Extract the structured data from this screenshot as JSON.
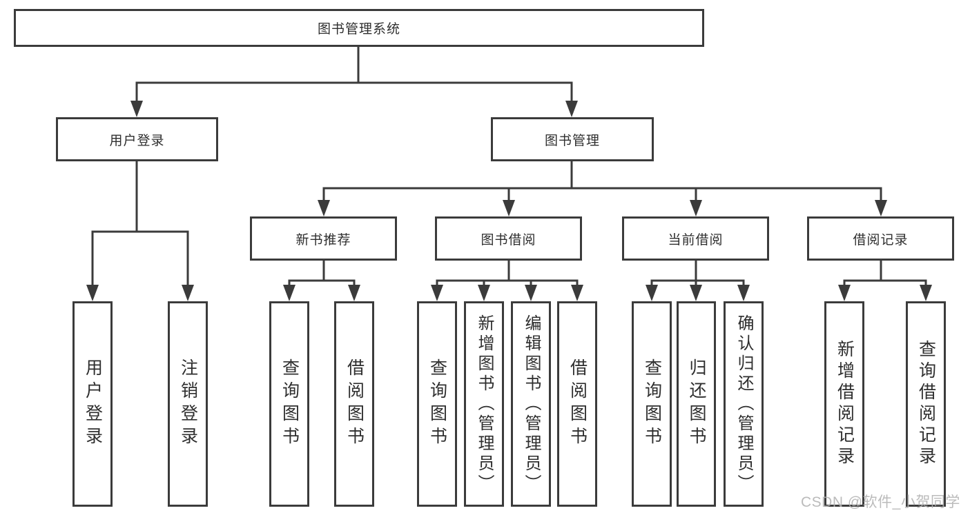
{
  "colors": {
    "line": "#3b3b3b",
    "box_border": "#3b3b3b",
    "text": "#2e2e2e",
    "watermark": "#b2b2b2",
    "background": "#ffffff"
  },
  "watermark": {
    "text": "CSDN @软件_小贺同学"
  },
  "tree": {
    "root": {
      "label": "图书管理系统"
    },
    "branches": [
      {
        "label": "用户登录",
        "children": [
          {
            "label": "用户登录"
          },
          {
            "label": "注销登录"
          }
        ]
      },
      {
        "label": "图书管理",
        "children": [
          {
            "label": "新书推荐",
            "children": [
              {
                "label": "查询图书"
              },
              {
                "label": "借阅图书"
              }
            ]
          },
          {
            "label": "图书借阅",
            "children": [
              {
                "label": "查询图书"
              },
              {
                "label": "新增图书（管理员）"
              },
              {
                "label": "编辑图书（管理员）"
              },
              {
                "label": "借阅图书"
              }
            ]
          },
          {
            "label": "当前借阅",
            "children": [
              {
                "label": "查询图书"
              },
              {
                "label": "归还图书"
              },
              {
                "label": "确认归还（管理员）"
              }
            ]
          },
          {
            "label": "借阅记录",
            "children": [
              {
                "label": "新增借阅记录"
              },
              {
                "label": "查询借阅记录"
              }
            ]
          }
        ]
      }
    ]
  }
}
